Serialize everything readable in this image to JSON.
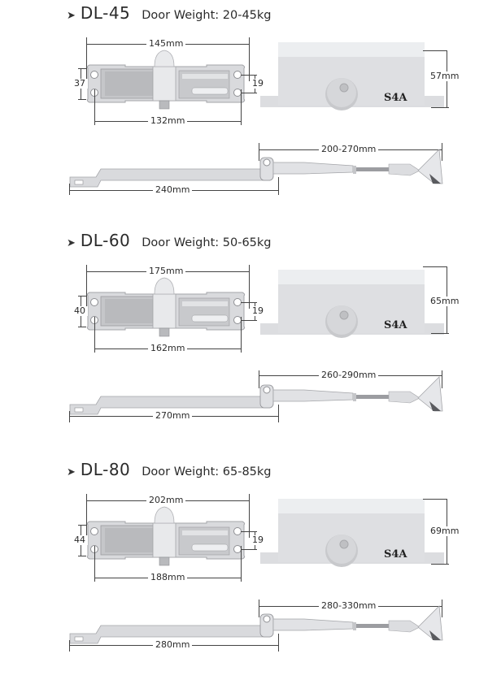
{
  "models": [
    {
      "marker": "➤",
      "name": "DL-45",
      "door_weight": "Door Weight: 20-45kg",
      "body_length": "145mm",
      "mount_spacing": "132mm",
      "body_height": "37",
      "hole_spacing": "19",
      "side_height": "57mm",
      "badge": "S4A",
      "arm_range": "200-270mm",
      "arm_length": "240mm"
    },
    {
      "marker": "➤",
      "name": "DL-60",
      "door_weight": "Door Weight: 50-65kg",
      "body_length": "175mm",
      "mount_spacing": "162mm",
      "body_height": "40",
      "hole_spacing": "19",
      "side_height": "65mm",
      "badge": "S4A",
      "arm_range": "260-290mm",
      "arm_length": "270mm"
    },
    {
      "marker": "➤",
      "name": "DL-80",
      "door_weight": "Door Weight: 65-85kg",
      "body_length": "202mm",
      "mount_spacing": "188mm",
      "body_height": "44",
      "hole_spacing": "19",
      "side_height": "69mm",
      "badge": "S4A",
      "arm_range": "280-330mm",
      "arm_length": "280mm"
    }
  ],
  "colors": {
    "metal_light": "#e4e5e8",
    "metal_mid": "#c9cacd",
    "metal_dark": "#8f9094",
    "text": "#2b2b2b"
  }
}
